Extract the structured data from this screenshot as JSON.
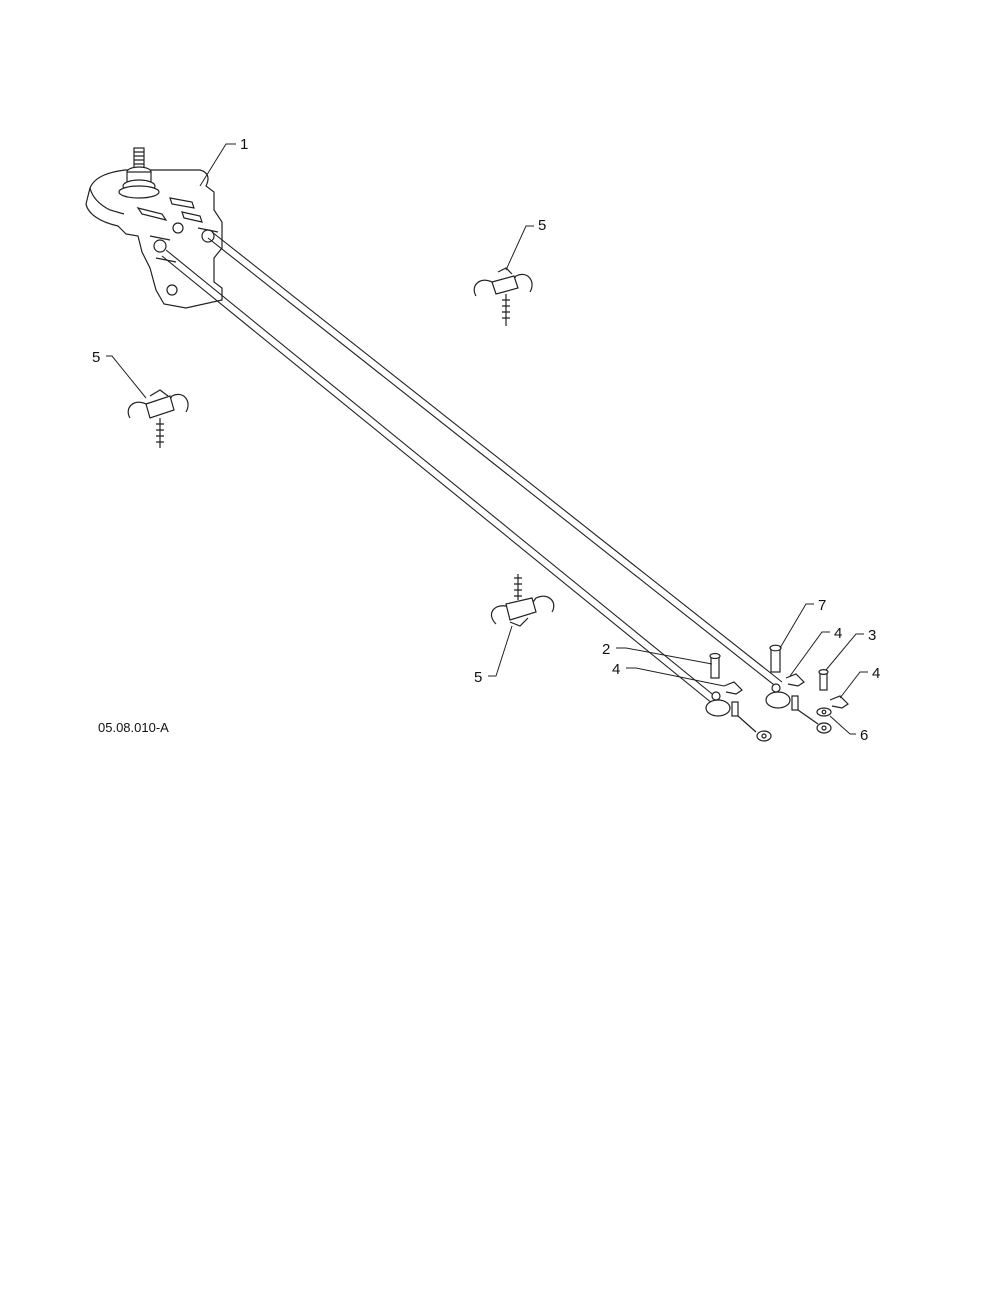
{
  "callouts": {
    "c1": "1",
    "c5a": "5",
    "c5b": "5",
    "c5c": "5",
    "c2": "2",
    "c4a": "4",
    "c7": "7",
    "c4b": "4",
    "c3": "3",
    "c4c": "4",
    "c6": "6"
  },
  "figure_ref": "05.08.010-A"
}
